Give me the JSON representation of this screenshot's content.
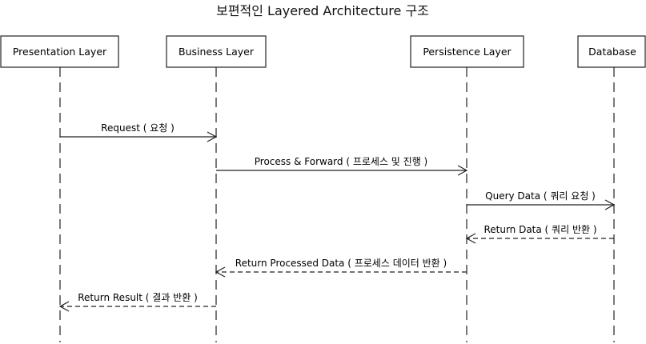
{
  "title": "보편적인 Layered Architecture 구조",
  "participants": [
    {
      "id": "presentation",
      "label": "Presentation Layer"
    },
    {
      "id": "business",
      "label": "Business Layer"
    },
    {
      "id": "persistence",
      "label": "Persistence Layer"
    },
    {
      "id": "database",
      "label": "Database"
    }
  ],
  "messages": [
    {
      "from": 0,
      "to": 1,
      "label": "Request ( 요청 )",
      "style": "solid"
    },
    {
      "from": 1,
      "to": 2,
      "label": "Process & Forward ( 프로세스 및 진행 )",
      "style": "solid"
    },
    {
      "from": 2,
      "to": 3,
      "label": "Query Data ( 쿼리 요청 )",
      "style": "solid"
    },
    {
      "from": 3,
      "to": 2,
      "label": "Return Data ( 쿼리 반환 )",
      "style": "dashed"
    },
    {
      "from": 2,
      "to": 1,
      "label": "Return Processed Data ( 프로세스 데이터 반환 )",
      "style": "dashed"
    },
    {
      "from": 1,
      "to": 0,
      "label": "Return Result ( 결과 반환 )",
      "style": "dashed"
    }
  ]
}
